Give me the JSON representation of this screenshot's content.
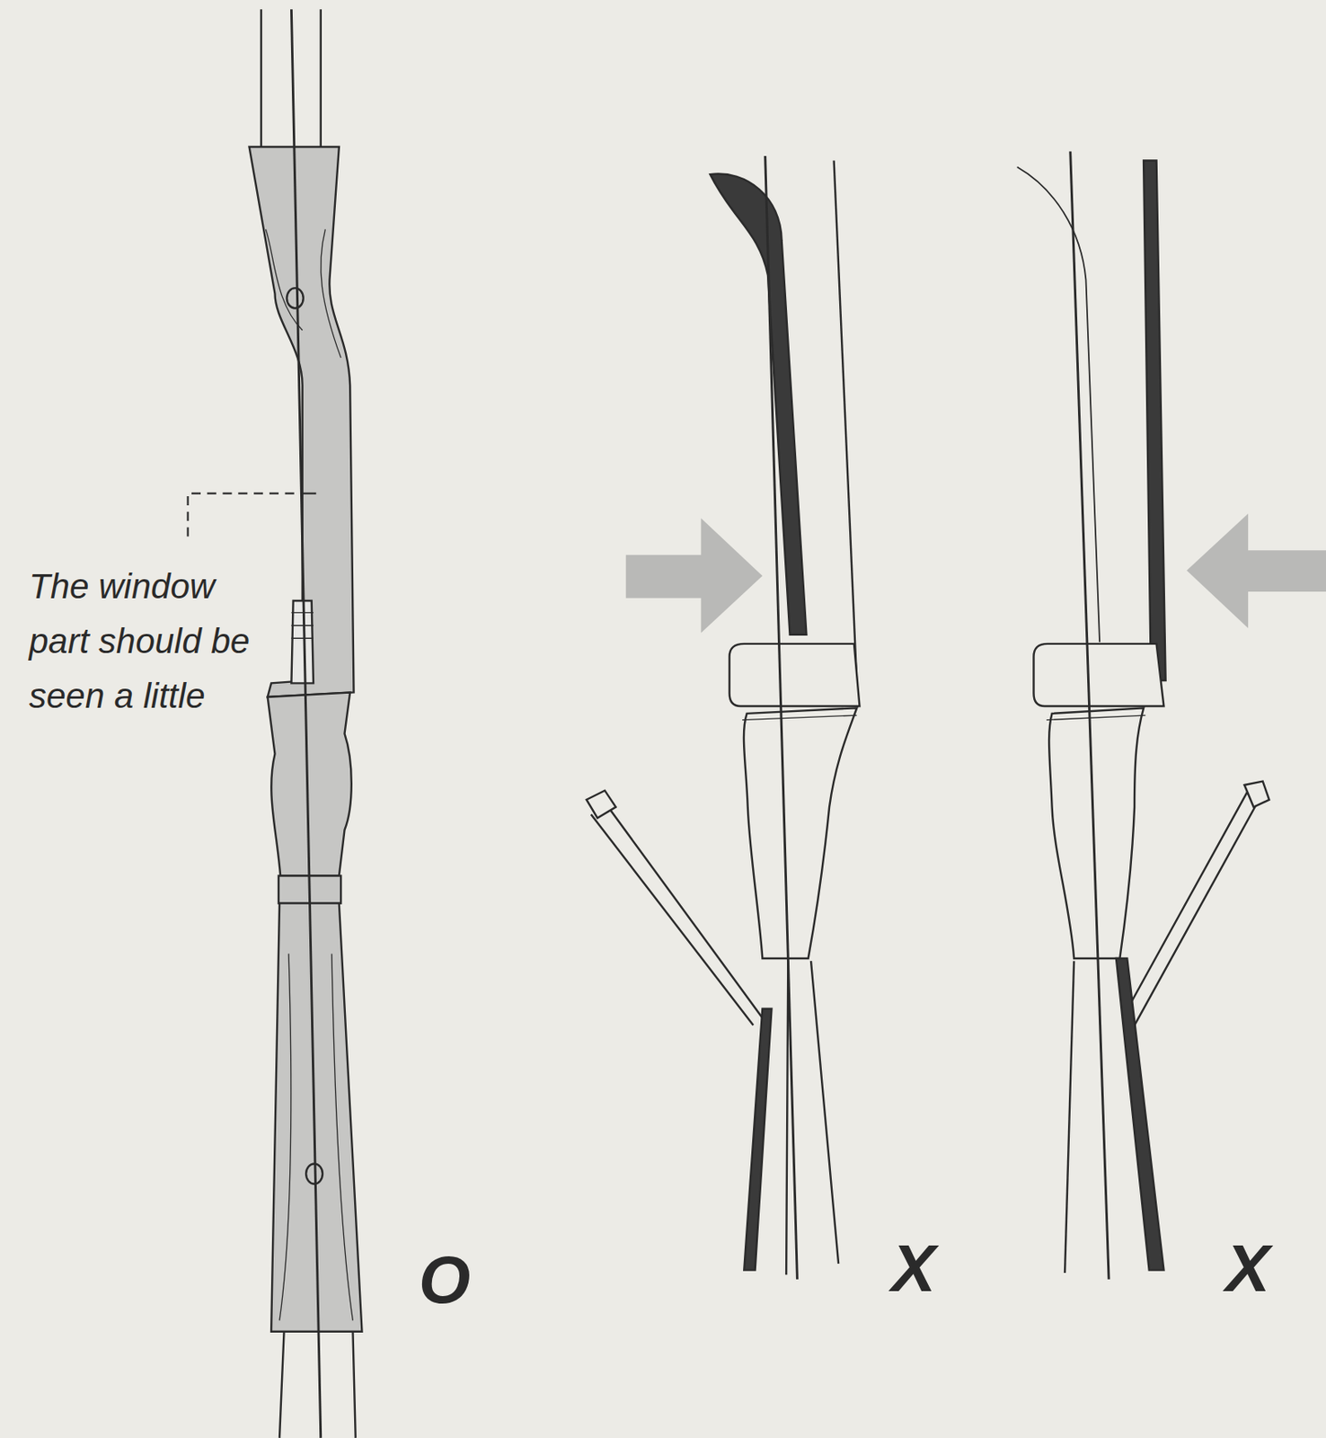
{
  "diagram": {
    "labels": [
      "The window part should be seen a little",
      "O",
      "X",
      "X"
    ]
  }
}
